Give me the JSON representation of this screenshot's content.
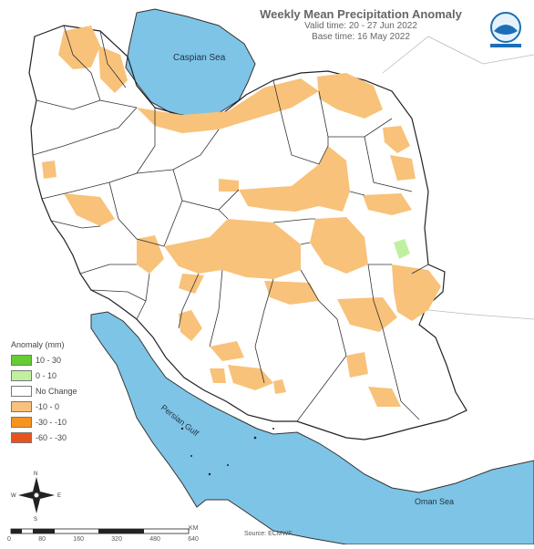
{
  "title": "Weekly Mean Precipitation Anomaly",
  "valid_time": "Valid time: 20 - 27 Jun 2022",
  "base_time": "Base time: 16 May 2022",
  "seas": {
    "caspian": "Caspian Sea",
    "persian": "Persian Gulf",
    "oman": "Oman Sea"
  },
  "legend": {
    "title": "Anomaly (mm)",
    "items": [
      {
        "label": "10 - 30",
        "color": "#66cc33"
      },
      {
        "label": "0 - 10",
        "color": "#bff0a0"
      },
      {
        "label": "No Change",
        "color": "#ffffff"
      },
      {
        "label": "-10 - 0",
        "color": "#f8c27a"
      },
      {
        "label": "-30 - -10",
        "color": "#f7941d"
      },
      {
        "label": "-60 - -30",
        "color": "#e8531c"
      }
    ]
  },
  "scale": {
    "ticks": [
      "0",
      "80",
      "160",
      "320",
      "480",
      "640"
    ],
    "unit": "KM"
  },
  "source": "Source: ECMWF",
  "colors": {
    "sea": "#7ec4e6",
    "land_outside": "#ffffff",
    "anomaly_negative": "#f8c27a",
    "anomaly_positive": "#bff0a0"
  },
  "icons": [
    "compass-rose-icon",
    "organization-logo-icon"
  ]
}
